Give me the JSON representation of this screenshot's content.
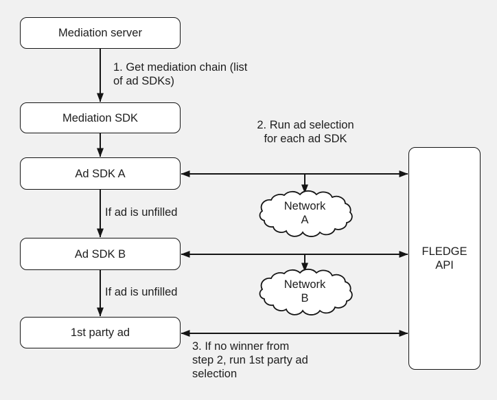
{
  "diagram": {
    "nodes": {
      "mediation_server": "Mediation server",
      "mediation_sdk": "Mediation SDK",
      "ad_sdk_a": "Ad SDK A",
      "ad_sdk_b": "Ad SDK B",
      "first_party_ad": "1st party ad",
      "fledge_api": "FLEDGE\nAPI",
      "network_a": "Network\nA",
      "network_b": "Network\nB"
    },
    "labels": {
      "step1": "1. Get mediation chain (list\nof ad SDKs)",
      "step2": "2. Run ad selection\nfor each ad SDK",
      "unfilled_a": "If ad is unfilled",
      "unfilled_b": "If ad is unfilled",
      "step3": "3. If no winner from\nstep 2, run 1st party ad\nselection"
    },
    "colors": {
      "background": "#f1f1f1",
      "node_fill": "#ffffff",
      "stroke": "#141414",
      "text": "#1d1d1d"
    }
  }
}
